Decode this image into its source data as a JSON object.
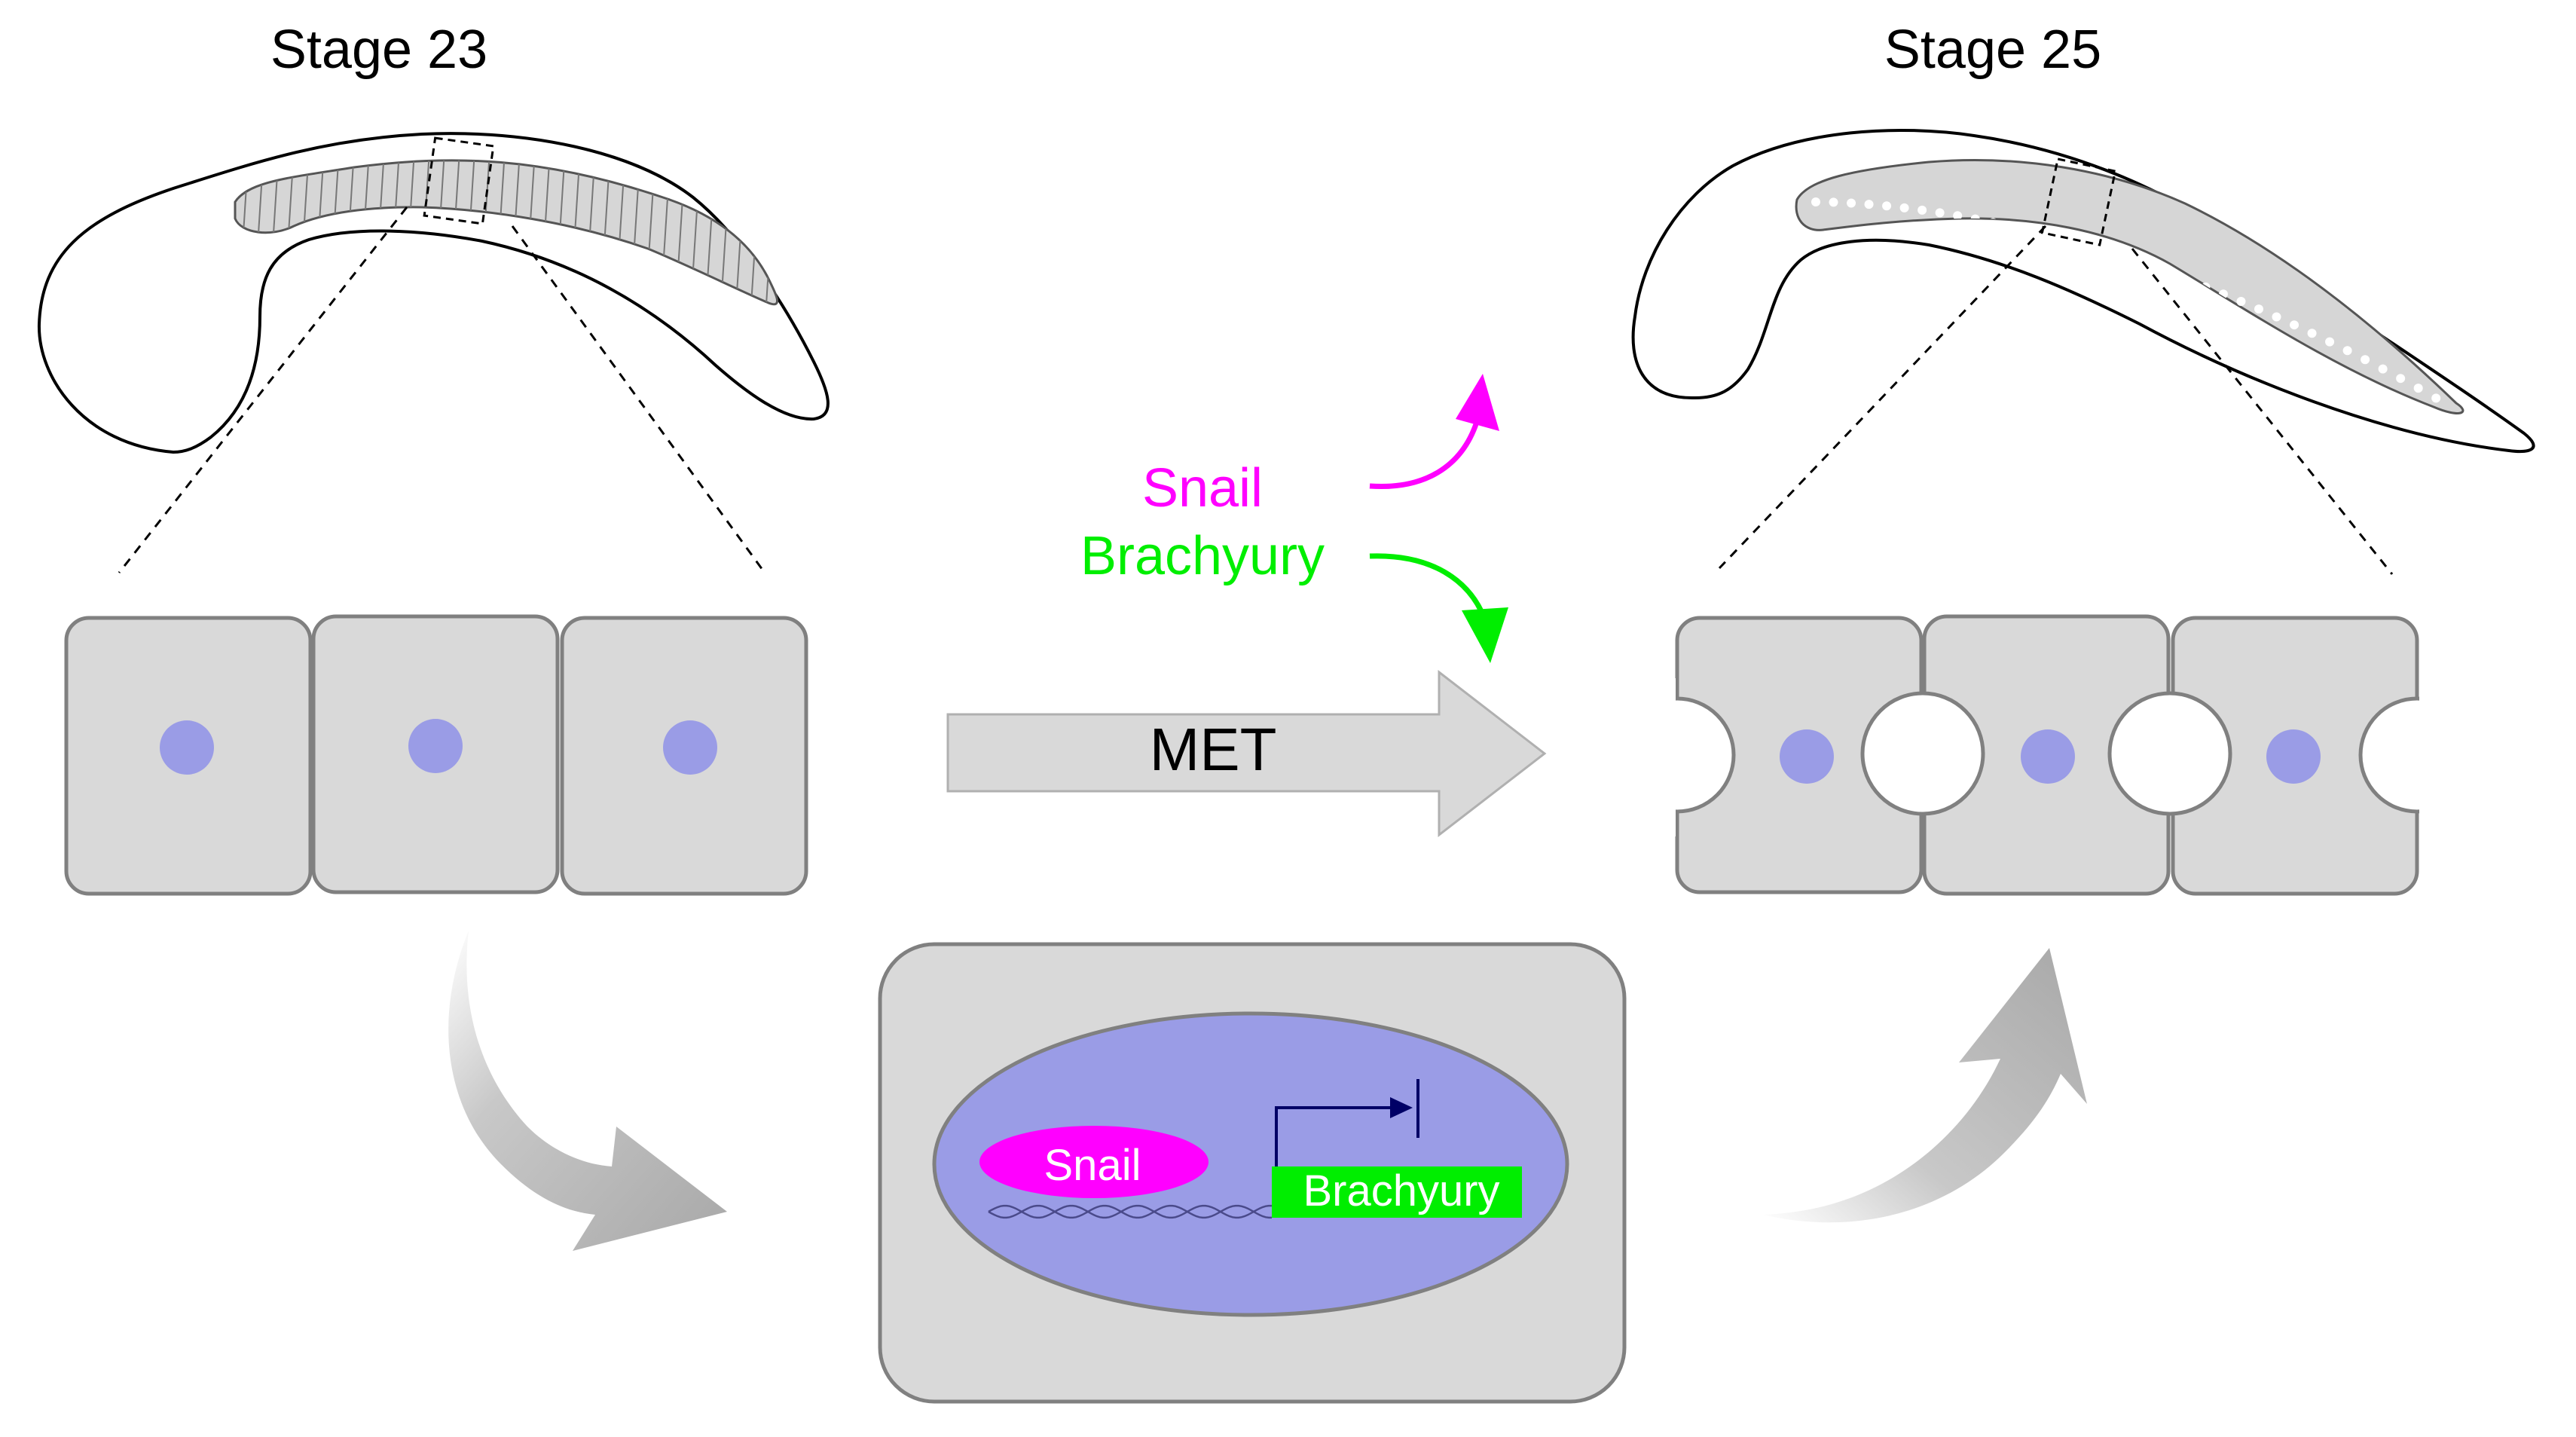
{
  "labels": {
    "stage_left": "Stage 23",
    "stage_right": "Stage 25",
    "met": "MET",
    "snail_top": "Snail",
    "brachyury_top": "Brachyury",
    "snail_nucleus": "Snail",
    "brachyury_gene": "Brachyury"
  },
  "colors": {
    "snail": "#ff00ff",
    "brachyury": "#00ee00",
    "nucleus": "#9a9ce6",
    "cell_fill": "#d9d9d9",
    "cell_stroke": "#808080",
    "arrow_fill": "#b3b3b3",
    "promoter": "#000066"
  },
  "icons": {
    "embryo_left": "embryo-icon",
    "embryo_right": "embryo-icon",
    "met_arrow": "block-arrow-icon",
    "curved_arrow_down": "curved-arrow-icon",
    "curved_arrow_up": "curved-arrow-icon",
    "promoter": "promoter-arrow-icon",
    "dna": "dna-helix-icon"
  }
}
